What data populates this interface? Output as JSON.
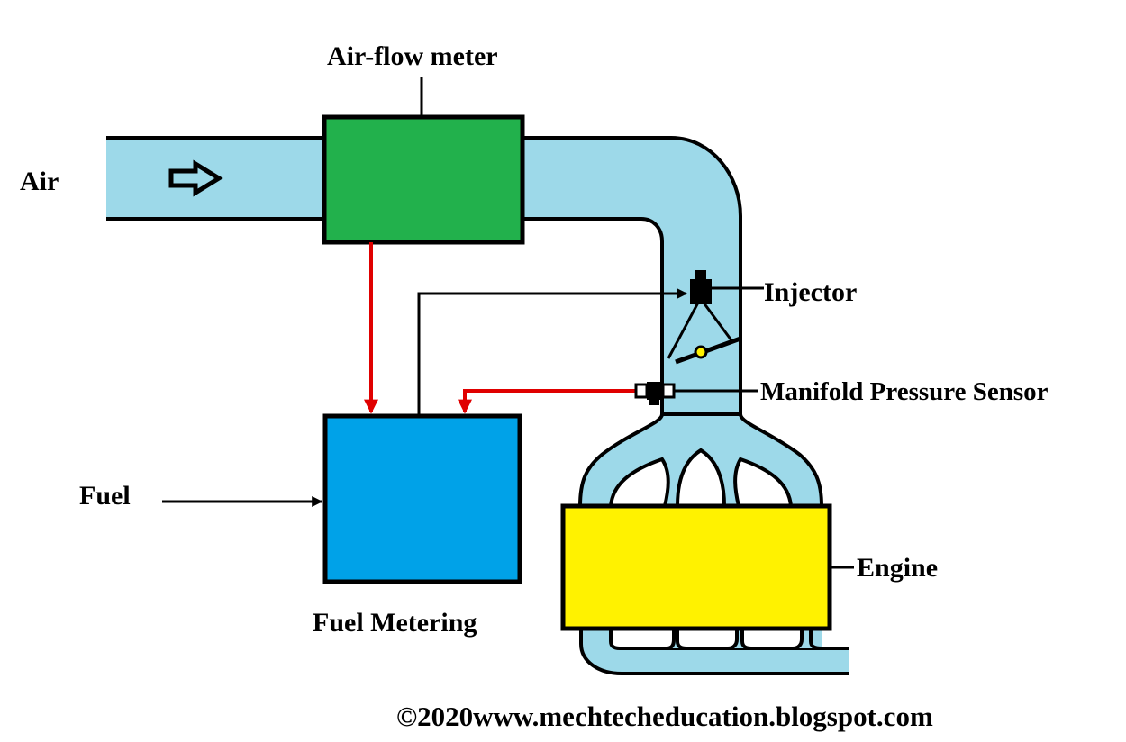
{
  "labels": {
    "air": "Air",
    "air_flow_meter": "Air-flow meter",
    "injector": "Injector",
    "manifold_pressure_sensor": "Manifold Pressure Sensor",
    "fuel": "Fuel",
    "fuel_metering": "Fuel Metering",
    "engine": "Engine"
  },
  "footer": {
    "copyright": "©2020www.mechtecheducation.blogspot.com"
  },
  "colors": {
    "pipe": "#9dd9e9",
    "air_flow_meter_box": "#22b14c",
    "fuel_metering_box": "#00a2e8",
    "engine_box": "#fff200",
    "signal_line": "#e00000",
    "outline": "#000000",
    "throttle_pivot": "#fff200"
  },
  "icons": {
    "air_direction": "hollow-right-arrow-icon"
  }
}
